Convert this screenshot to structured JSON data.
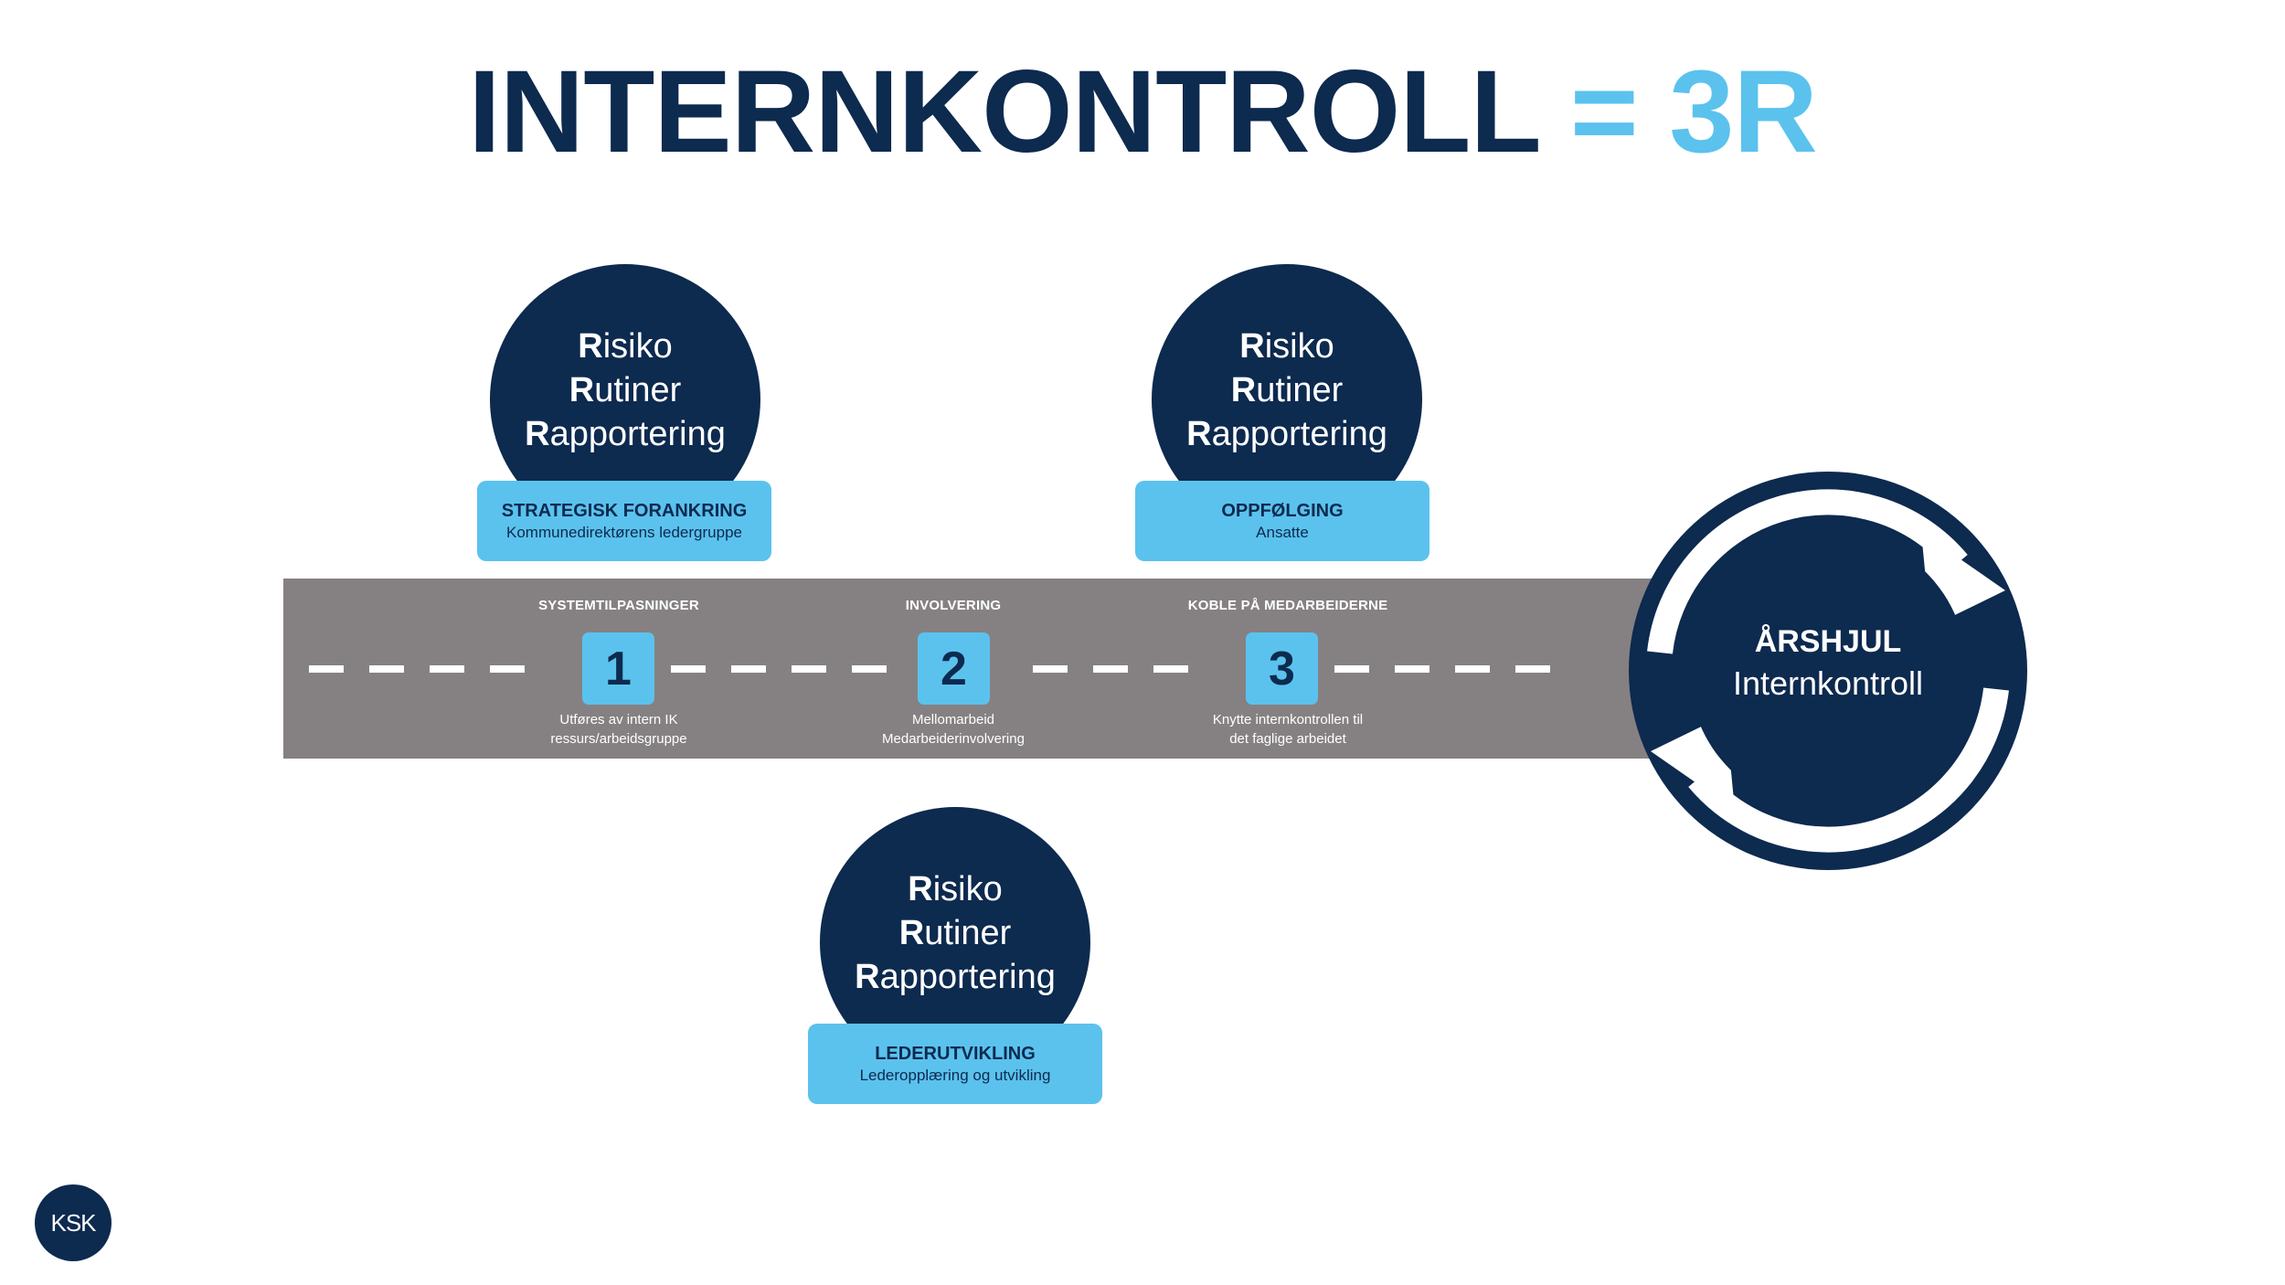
{
  "title": {
    "part1": "INTERNKONTROLL",
    "part2": "= 3R"
  },
  "rrr": {
    "r1": "R",
    "w1": "isiko",
    "r2": "R",
    "w2": "utiner",
    "r3": "R",
    "w3": "apportering"
  },
  "groups": [
    {
      "title": "STRATEGISK FORANKRING",
      "subtitle": "Kommunedirektørens ledergruppe"
    },
    {
      "title": "OPPFØLGING",
      "subtitle": "Ansatte"
    },
    {
      "title": "LEDERUTVIKLING",
      "subtitle": "Lederopplæring og utvikling"
    }
  ],
  "steps": [
    {
      "number": "1",
      "label": "SYSTEMTILPASNINGER",
      "desc1": "Utføres av intern IK",
      "desc2": "ressurs/arbeidsgruppe"
    },
    {
      "number": "2",
      "label": "INVOLVERING",
      "desc1": "Mellomarbeid",
      "desc2": "Medarbeiderinvolvering"
    },
    {
      "number": "3",
      "label": "KOBLE PÅ MEDARBEIDERNE",
      "desc1": "Knytte internkontrollen til",
      "desc2": "det faglige arbeidet"
    }
  ],
  "wheel": {
    "title": "ÅRSHJUL",
    "subtitle": "Internkontroll"
  },
  "logo": {
    "text": "KSK"
  },
  "colors": {
    "navy": "#0d2a4f",
    "light_blue": "#5bc2ee",
    "road_gray": "#858182"
  }
}
